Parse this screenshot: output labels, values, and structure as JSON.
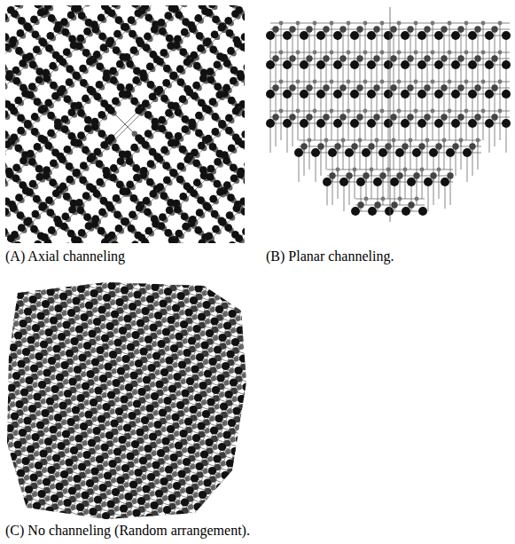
{
  "diagram": {
    "labels": [
      "(A) Axial channeling",
      "(B) Planar channeling.",
      "(C) No channeling (Random arrangement)."
    ]
  }
}
